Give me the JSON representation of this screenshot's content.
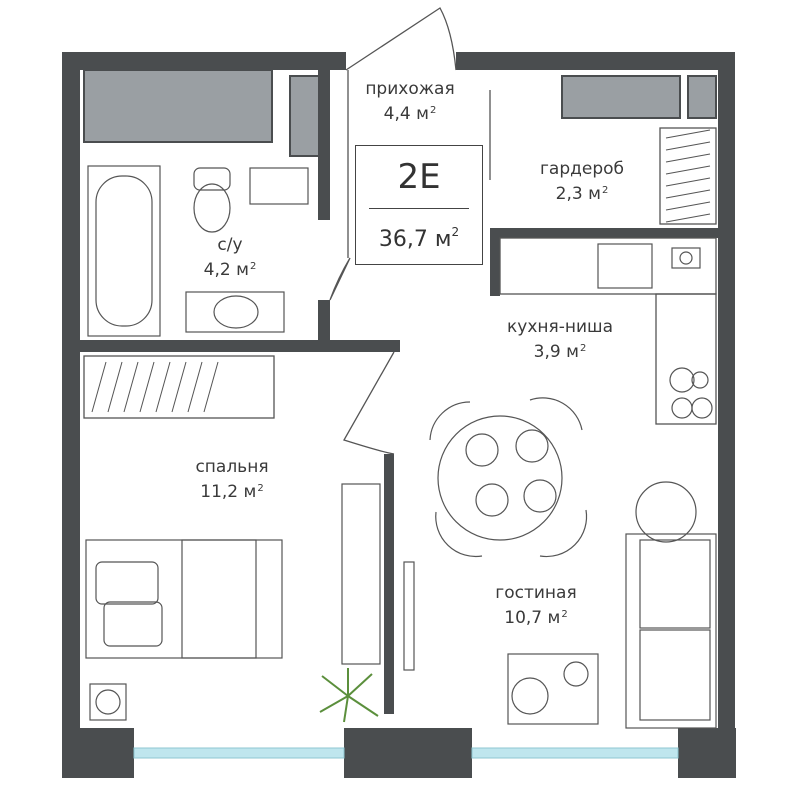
{
  "plan": {
    "unit_code": "2E",
    "total_area": "36,7 м",
    "area_unit_sup": "2",
    "rooms": [
      {
        "key": "hallway",
        "name": "прихожая",
        "area": "4,4 м"
      },
      {
        "key": "wardrobe",
        "name": "гардероб",
        "area": "2,3 м"
      },
      {
        "key": "bathroom",
        "name": "с/у",
        "area": "4,2 м"
      },
      {
        "key": "kitchen",
        "name": "кухня-ниша",
        "area": "3,9 м"
      },
      {
        "key": "bedroom",
        "name": "спальня",
        "area": "11,2 м"
      },
      {
        "key": "living",
        "name": "гостиная",
        "area": "10,7 м"
      }
    ]
  },
  "colors": {
    "wall": "#4a4d4f",
    "storage_fill": "#9a9fa3",
    "line": "#555555",
    "window": "#bfe6ee"
  }
}
